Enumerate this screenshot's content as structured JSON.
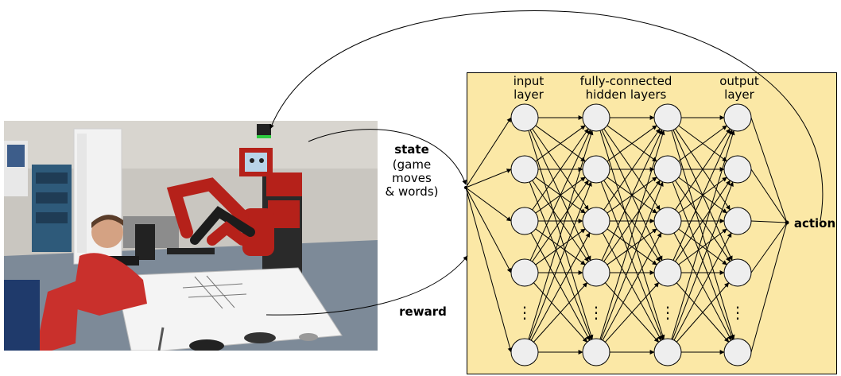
{
  "labels": {
    "state": "state",
    "state_detail": "(game\nmoves\n& words)",
    "reward": "reward",
    "action": "action"
  },
  "layers": [
    {
      "title": "input\nlayer"
    },
    {
      "title": "fully-connected\nhidden layers"
    },
    {
      "title": "output\nlayer"
    }
  ],
  "ellipsis": "⋮",
  "colors": {
    "panel_background": "#fbe8a6",
    "neuron_fill": "#eeeeee",
    "robot_red": "#b5211a",
    "wall": "#c9c6c0"
  },
  "photo": {
    "icon": "robot-human-game-photo"
  }
}
